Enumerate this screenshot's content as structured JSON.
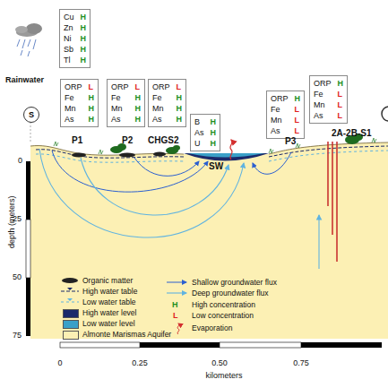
{
  "diagram": {
    "nodes": [
      {
        "text": [
          "Cu",
          "H",
          "Zn",
          "H",
          "Ni",
          "H",
          "Sb",
          "H",
          "Tl",
          "H"
        ]
      },
      {
        "text": [
          "ORP",
          "L",
          "Fe",
          "H",
          "Mn",
          "H",
          "As",
          "H"
        ]
      },
      {
        "text": [
          "ORP",
          "L",
          "Fe",
          "H",
          "Mn",
          "H",
          "As",
          "H"
        ]
      },
      {
        "text": [
          "ORP",
          "L",
          "Fe",
          "H",
          "Mn",
          "H",
          "As",
          "H"
        ]
      },
      {
        "text": [
          "B",
          "H",
          "As",
          "H",
          "U",
          "H"
        ]
      },
      {
        "text": [
          "ORP",
          "H",
          "Fe",
          "L",
          "Mn",
          "L",
          "As",
          "L"
        ]
      },
      {
        "text": [
          "ORP",
          "H",
          "Fe",
          "L",
          "Mn",
          "L",
          "As",
          "L"
        ]
      },
      {
        "text": [
          "S"
        ]
      }
    ],
    "edges": [],
    "labels": [
      "Rainwater",
      "P1",
      "P2",
      "CHGS2",
      "SW",
      "P3",
      "2A-2B-S1",
      "0",
      "25",
      "50",
      "75",
      "depth (meters)",
      "0",
      "0.25",
      "0.50",
      "0.75",
      "kilometers",
      "H",
      "L"
    ],
    "legend": [
      {
        "text": "Organic matter"
      },
      {
        "text": "High water table"
      },
      {
        "text": "Low water table"
      },
      {
        "text": "High water level",
        "color": "#1b2a6b"
      },
      {
        "text": "Low water level",
        "color": "#3aa0c8"
      },
      {
        "text": "Almonte Marismas Aquifer",
        "color": "#fcf0b4"
      },
      {
        "text": "Shallow groundwater flux"
      },
      {
        "text": "Deep groundwater flux"
      },
      {
        "text": "High concentration"
      },
      {
        "text": "Low concentration"
      },
      {
        "text": "Evaporation"
      }
    ]
  }
}
